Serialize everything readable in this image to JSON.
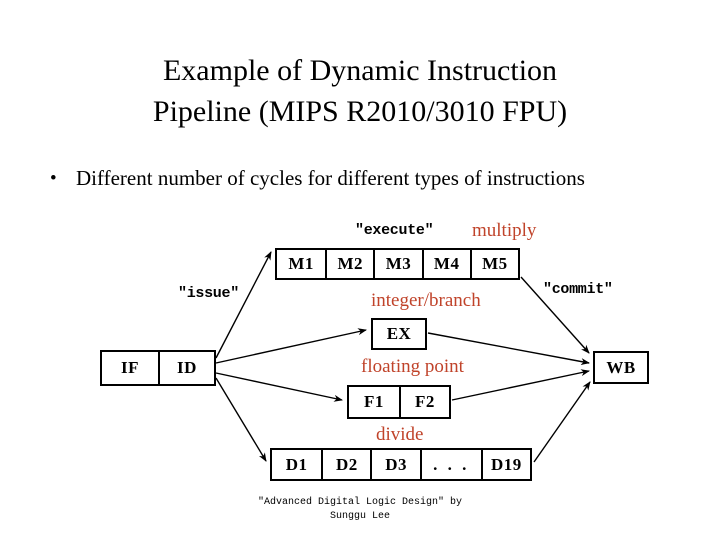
{
  "slide": {
    "title": "Example of Dynamic Instruction\nPipeline (MIPS R2010/3010 FPU)",
    "footer": "\"Advanced Digital Logic Design\" by\nSunggu Lee"
  },
  "bullet": {
    "marker": "•",
    "text": "Different number of cycles for different types of instructions"
  },
  "colors": {
    "unit_label": "#C0432A",
    "stage_border": "#000000",
    "text": "#000000",
    "background": "#FFFFFF"
  },
  "diagram": {
    "stage_labels": {
      "issue": "\"issue\"",
      "execute": "\"execute\"",
      "commit": "\"commit\""
    },
    "unit_labels": {
      "multiply": "multiply",
      "integer_branch": "integer/branch",
      "floating_point": "floating point",
      "divide": "divide"
    },
    "rows": {
      "fetch_decode": [
        "IF",
        "ID"
      ],
      "multiply": [
        "M1",
        "M2",
        "M3",
        "M4",
        "M5"
      ],
      "integer": [
        "EX"
      ],
      "floating": [
        "F1",
        "F2"
      ],
      "divide": [
        "D1",
        "D2",
        "D3",
        ". . .",
        "D19"
      ],
      "writeback": [
        "WB"
      ]
    }
  }
}
